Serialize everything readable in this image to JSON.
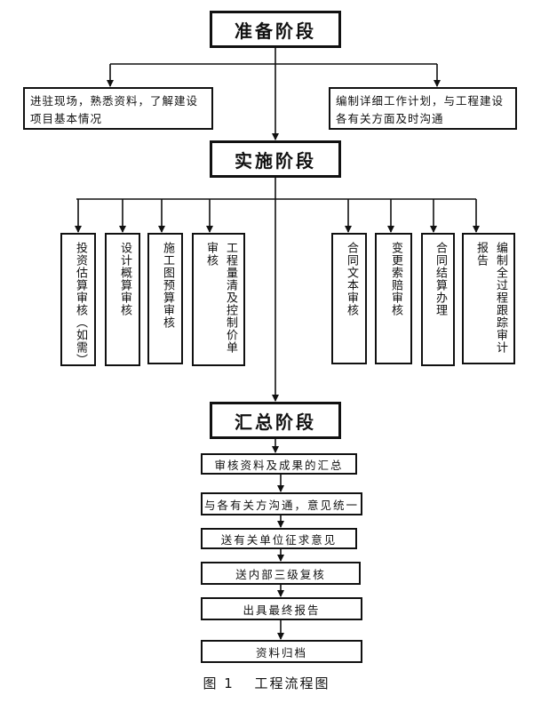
{
  "stages": {
    "prep": "准备阶段",
    "impl": "实施阶段",
    "summary": "汇总阶段"
  },
  "prep_items": [
    "进驻现场，熟悉资料，了解建设项目基本情况",
    "编制详细工作计划，与工程建设各有关方面及时沟通"
  ],
  "impl_items": [
    {
      "lines": [
        "投资估算审核（如需）"
      ]
    },
    {
      "lines": [
        "设计概算审核"
      ]
    },
    {
      "lines": [
        "施工图预算审核"
      ]
    },
    {
      "lines": [
        "工程量清及控制价单",
        "审核"
      ]
    },
    {
      "lines": [
        "合同文本审核"
      ]
    },
    {
      "lines": [
        "变更索赔审核"
      ]
    },
    {
      "lines": [
        "合同结算办理"
      ]
    },
    {
      "lines": [
        "编制全过程跟踪审计",
        "报告"
      ]
    }
  ],
  "summary_steps": [
    "审核资料及成果的汇总",
    "与各有关方沟通，意见统一",
    "送有关单位征求意见",
    "送内部三级复核",
    "出具最终报告",
    "资料归档"
  ],
  "caption": {
    "figure_label": "图 1",
    "title": "工程流程图"
  }
}
